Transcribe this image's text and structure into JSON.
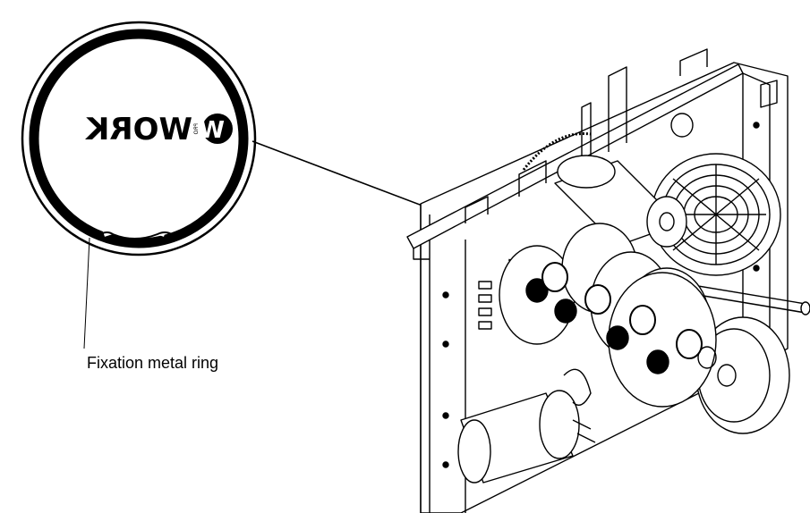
{
  "callout": {
    "label": "Fixation metal ring"
  },
  "logo": {
    "text": "WORK",
    "small_text": "PRO"
  }
}
